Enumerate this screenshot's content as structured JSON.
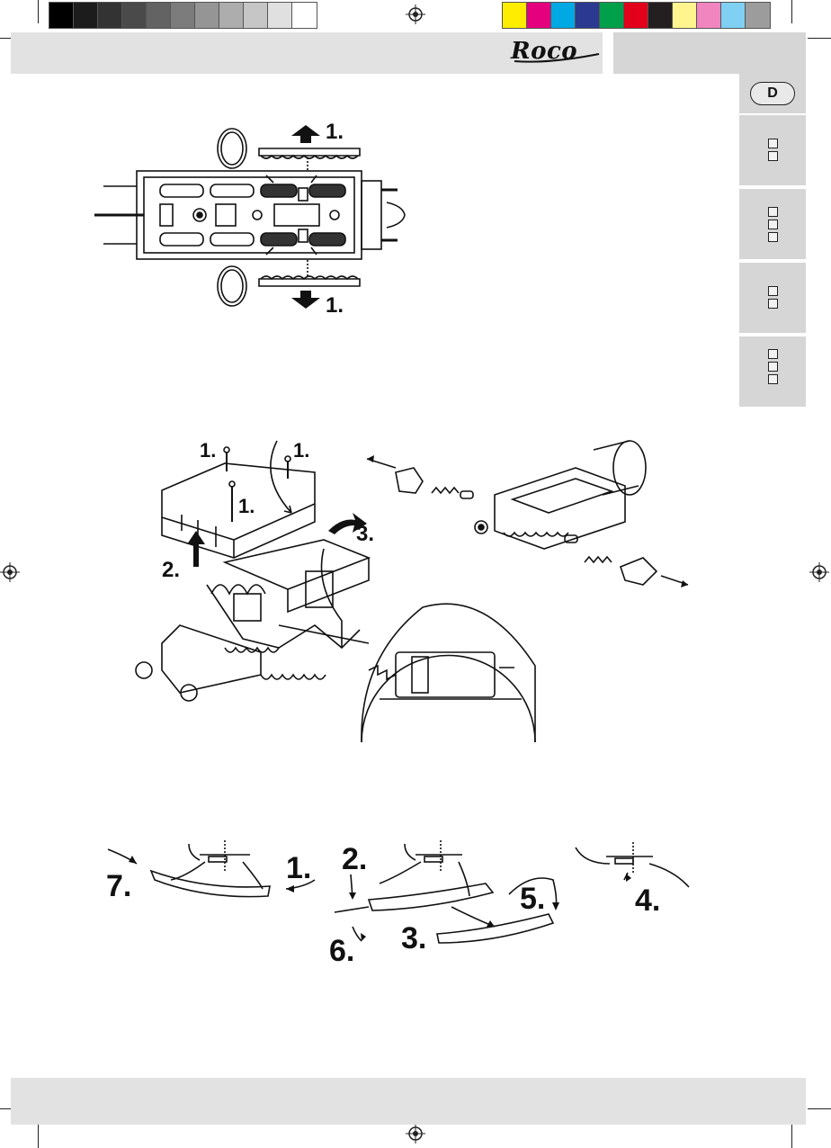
{
  "logo": {
    "text": "Roco"
  },
  "language_tab": {
    "label": "D"
  },
  "colors": {
    "gray_bar": [
      "#000000",
      "#1c1c1c",
      "#333333",
      "#4a4a4a",
      "#636363",
      "#7c7c7c",
      "#959595",
      "#adadad",
      "#c6c6c6",
      "#e0e0e0",
      "#ffffff"
    ],
    "color_bar": [
      "#ffed00",
      "#e5007e",
      "#00a8e4",
      "#2b3990",
      "#00a04b",
      "#e3001b",
      "#231f20",
      "#fff48d",
      "#f185c0",
      "#7fd0f2",
      "#9c9c9c"
    ],
    "band_gray": "#e2e2e2"
  },
  "side_tabs": [
    {
      "icons": [
        "ruler-icon",
        "grid-icon"
      ]
    },
    {
      "icons": [
        "hand-icon",
        "bulb-icon",
        "grid-icon"
      ]
    },
    {
      "icons": [
        "hand-icon",
        "screw-icon"
      ]
    },
    {
      "icons": [
        "hand-icon",
        "bulb-icon",
        "screw-icon"
      ]
    }
  ],
  "figure1": {
    "steps": [
      "1.",
      "1."
    ]
  },
  "figure2": {
    "steps": [
      "1.",
      "1.",
      "1.",
      "2.",
      "3."
    ]
  },
  "figure3": {
    "steps": [
      "1.",
      "2.",
      "3.",
      "4.",
      "5.",
      "6.",
      "7."
    ]
  }
}
